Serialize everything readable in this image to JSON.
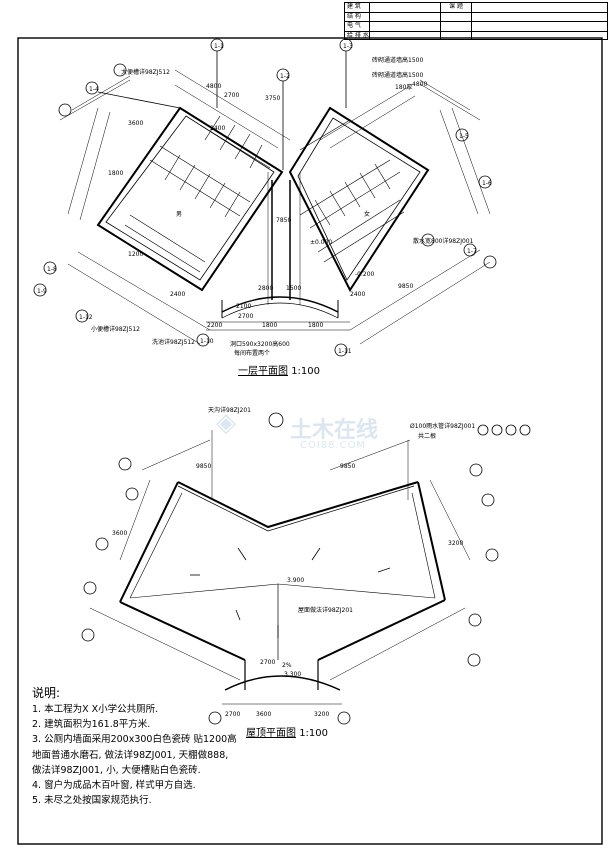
{
  "title_block": {
    "rows": [
      {
        "label": "建 筑",
        "right_label": "课 题"
      },
      {
        "label": "结 构",
        "right_label": ""
      },
      {
        "label": "电 气",
        "right_label": ""
      },
      {
        "label": "给 排 水",
        "right_label": ""
      }
    ]
  },
  "plan1": {
    "caption": "一层平面图",
    "scale": "1:100",
    "labels": {
      "urinal_left": "大便槽详98ZJ512",
      "ventilation_1": "砖砌通道墙高1500",
      "ventilation_2": "砖砌通道墙高1500",
      "thickness": "180厚",
      "drain": "散水宽800详98ZJ001",
      "small_urinal": "小便槽详98ZJ512",
      "washbasin": "洗池详98ZJ512",
      "door_note": "洞口590x3200高600",
      "door_note2": "每间布置两个",
      "men": "男",
      "women": "女",
      "elev_in": "±0.000",
      "elev_out": "-0.200"
    },
    "dims": [
      "4800",
      "3750",
      "2700",
      "2400",
      "1200",
      "3600",
      "4800",
      "1800",
      "2100",
      "1800",
      "2700",
      "2200",
      "1800",
      "2400",
      "2400",
      "9850",
      "7850",
      "1500",
      "2800"
    ],
    "axes": [
      "1-1",
      "1-2",
      "1-3",
      "1-4",
      "1-5",
      "1-6",
      "1-7",
      "1-8",
      "1-9",
      "1-10",
      "1-11",
      "1-12"
    ]
  },
  "plan2": {
    "caption": "屋顶平面图",
    "scale": "1:100",
    "labels": {
      "gutter": "天沟详98ZJ201",
      "downpipe": "Ø100雨水管详98ZJ001",
      "downpipe_count": "共二根",
      "roof_method": "屋面做法详98ZJ201",
      "elev_top": "3.900",
      "elev_top2": "3.300",
      "slope": "2%"
    },
    "dims": [
      "9850",
      "9850",
      "3600",
      "3600",
      "2700",
      "2700",
      "3200",
      "3200"
    ]
  },
  "notes": {
    "head": "说明:",
    "items": [
      "1. 本工程为X X小学公共厕所.",
      "2. 建筑面积为161.8平方米.",
      "3. 公厕内墙面采用200x300白色瓷砖 贴1200高",
      "    地面普通水磨石, 做法详98ZJ001, 天棚做888,",
      "    做法详98ZJ001, 小, 大便槽贴白色瓷砖.",
      "4. 窗户为成品木百叶窗, 样式甲方自选.",
      "5. 未尽之处按国家规范执行."
    ]
  },
  "watermark": {
    "cn": "土木在线",
    "url": "COI88.COM"
  }
}
